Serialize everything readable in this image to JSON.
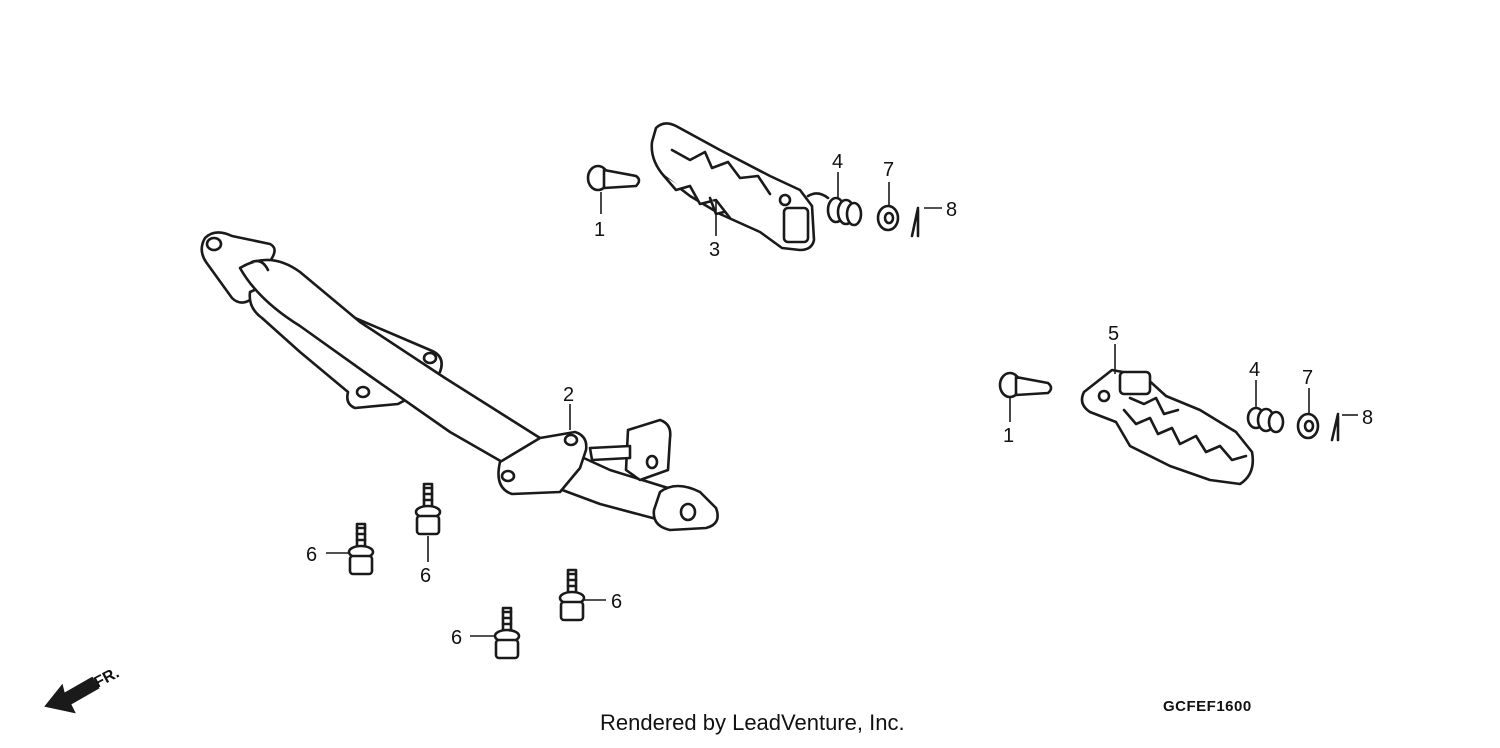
{
  "diagram": {
    "drawing_code": "GCFEF1600",
    "credit": "Rendered by LeadVenture, Inc.",
    "front_indicator": "FR.",
    "callouts": {
      "c1a": "1",
      "c3": "3",
      "c4a": "4",
      "c7a": "7",
      "c8a": "8",
      "c2": "2",
      "c5": "5",
      "c1b": "1",
      "c4b": "4",
      "c7b": "7",
      "c8b": "8",
      "c6a": "6",
      "c6b": "6",
      "c6c": "6",
      "c6d": "6"
    }
  }
}
